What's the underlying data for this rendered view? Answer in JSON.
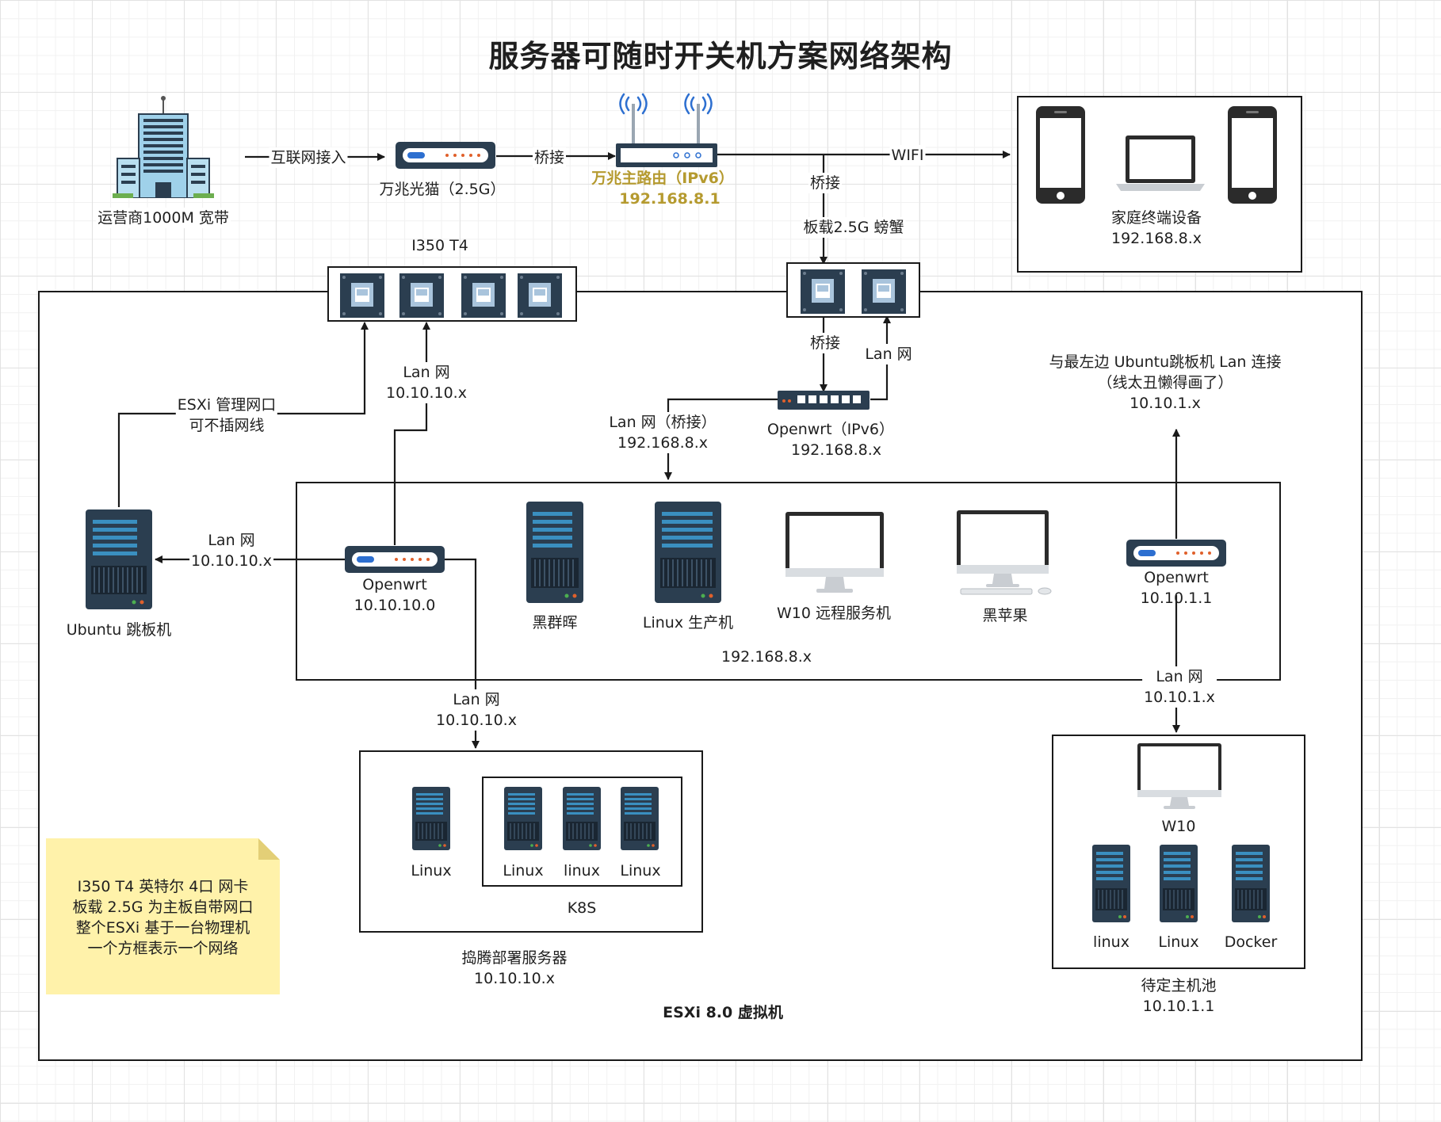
{
  "title": "服务器可随时开关机方案网络架构",
  "isp": {
    "label": "运营商1000M 宽带"
  },
  "links": {
    "internet": "互联网接入",
    "bridge1": "桥接",
    "wifi": "WIFI",
    "bridge2": "桥接",
    "bridge3": "桥接",
    "lan_up": "Lan 网",
    "lan_bridge": [
      "Lan 网（桥接）",
      "192.168.8.x"
    ],
    "esxi_mgmt": [
      "ESXi 管理网口",
      "可不插网线"
    ],
    "lan_t4": [
      "Lan 网",
      "10.10.10.x"
    ],
    "lan_ubuntu": [
      "Lan 网",
      "10.10.10.x"
    ],
    "lan_toss": [
      "Lan 网",
      "10.10.10.x"
    ],
    "lan_pool": [
      "Lan 网",
      "10.10.1.x"
    ],
    "ubuntu_connect": [
      "与最左边 Ubuntu跳板机 Lan 连接",
      "（线太丑懒得画了）",
      "10.10.1.x"
    ]
  },
  "modem": {
    "label": "万兆光猫（2.5G）"
  },
  "main_router": {
    "name": "万兆主路由（IPv6）",
    "ip": "192.168.8.1"
  },
  "home_devices": {
    "label": "家庭终端设备",
    "ip": "192.168.8.x"
  },
  "nic_t4": {
    "label": "I350 T4"
  },
  "nic_onboard": {
    "label": "板载2.5G 螃蟹"
  },
  "openwrt_main": {
    "name": "Openwrt（IPv6）",
    "ip": "192.168.8.x"
  },
  "openwrt_left": {
    "name": "Openwrt",
    "ip": "10.10.10.0"
  },
  "openwrt_right": {
    "name": "Openwrt",
    "ip": "10.10.1.1"
  },
  "ubuntu": {
    "label": "Ubuntu 跳板机"
  },
  "lan8_box": {
    "subnet": "192.168.8.x",
    "devices": [
      "黑群晖",
      "Linux 生产机",
      "W10 远程服务机",
      "黑苹果"
    ]
  },
  "toss_box": {
    "label": "捣腾部署服务器",
    "subnet": "10.10.10.x",
    "linux_single": "Linux",
    "k8s_label": "K8S",
    "k8s_nodes": [
      "Linux",
      "linux",
      "Linux"
    ]
  },
  "pool_box": {
    "label": "待定主机池",
    "subnet": "10.10.1.1",
    "w10": "W10",
    "hosts": [
      "linux",
      "Linux",
      "Docker"
    ]
  },
  "esxi": {
    "label": "ESXi 8.0 虚拟机"
  },
  "note": {
    "lines": [
      "I350 T4 英特尔 4口 网卡",
      "板载 2.5G 为主板自带网口",
      "整个ESXi 基于一台物理机",
      "一个方框表示一个网络"
    ]
  },
  "colors": {
    "router_name": "#b59a2f",
    "server_dark": "#2b3e50",
    "server_stripe": "#3a8fc0",
    "note_bg": "#fff2aa"
  }
}
